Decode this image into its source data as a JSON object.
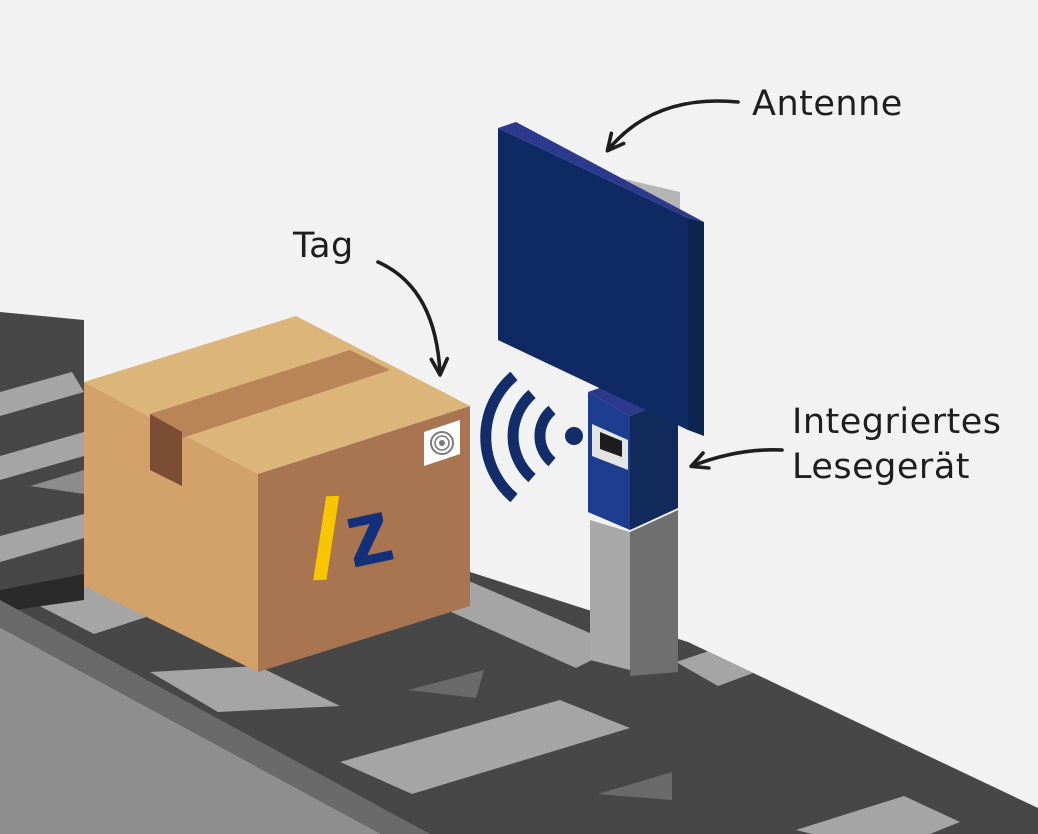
{
  "labels": {
    "tag": "Tag",
    "antenna": "Antenne",
    "reader_line1": "Integriertes",
    "reader_line2": "Lesegerät"
  },
  "logo": {
    "slash": "/",
    "letter": "z"
  },
  "colors": {
    "background": "#f2f2f2",
    "box_top": "#dcb57a",
    "box_front": "#a87550",
    "box_side": "#d2a26a",
    "tape": "#b88458",
    "antenna_face": "#0f2a62",
    "antenna_side": "#0c2450",
    "antenna_top": "#2b3a8c",
    "signal_waves": "#132d6b",
    "logo_slash": "#f7c600",
    "logo_letter": "#13307a",
    "conveyor_dark": "#474747",
    "conveyor_light": "#a5a5a5",
    "arrow_color": "#1e1e1e"
  },
  "icons": {
    "tag_sticker": "rfid-tag-icon",
    "signal": "wireless-signal-icon",
    "reader_display": "reader-display-icon"
  }
}
